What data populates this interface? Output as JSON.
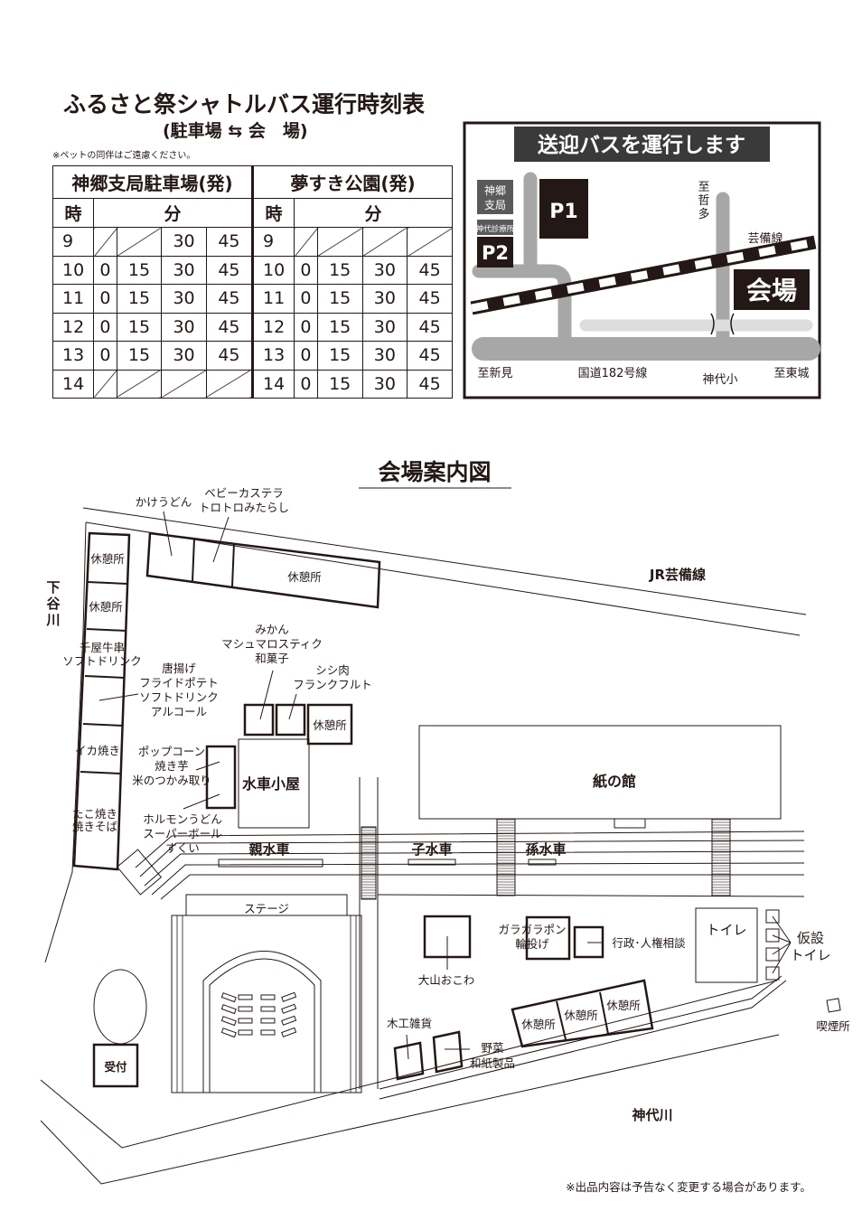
{
  "title": "ふるさと祭シャトルバス運行時刻表",
  "subtitle": "(駐車場 ⇆ 会　場)",
  "pet_note": "※ペットの同伴はご遠慮ください。",
  "timetable": {
    "hour_label": "時",
    "minute_label": "分",
    "tables": [
      {
        "station": "神郷支局駐車場(発)",
        "rows": [
          [
            "9",
            "",
            "",
            "30",
            "45"
          ],
          [
            "10",
            "0",
            "15",
            "30",
            "45"
          ],
          [
            "11",
            "0",
            "15",
            "30",
            "45"
          ],
          [
            "12",
            "0",
            "15",
            "30",
            "45"
          ],
          [
            "13",
            "0",
            "15",
            "30",
            "45"
          ],
          [
            "14",
            "",
            "",
            "",
            ""
          ]
        ]
      },
      {
        "station": "夢すき公園(発)",
        "rows": [
          [
            "9",
            "",
            "",
            "",
            ""
          ],
          [
            "10",
            "0",
            "15",
            "30",
            "45"
          ],
          [
            "11",
            "0",
            "15",
            "30",
            "45"
          ],
          [
            "12",
            "0",
            "15",
            "30",
            "45"
          ],
          [
            "13",
            "0",
            "15",
            "30",
            "45"
          ],
          [
            "14",
            "0",
            "15",
            "30",
            "45"
          ]
        ]
      }
    ]
  },
  "bus_map": {
    "banner": "送迎バスを運行します",
    "p1": "P1",
    "p2": "P2",
    "branch_line1": "神郷",
    "branch_line2": "支局",
    "clinic": "神代診療所",
    "venue": "会場",
    "to_tetta": [
      "至",
      "哲",
      "多"
    ],
    "geibi_line": "芸備線",
    "to_niimi": "至新見",
    "route182": "国道182号線",
    "kojiro_school": "神代小",
    "to_tojo": "至東城"
  },
  "venue_map": {
    "title": "会場案内図",
    "jr_line": "JR芸備線",
    "shimotani_river": [
      "下",
      "谷",
      "川"
    ],
    "kojiro_river": "神代川",
    "kake_udon": "かけうどん",
    "baby_castella": [
      "ベビーカステラ",
      "トロトロみたらし"
    ],
    "rest_area": "休憩所",
    "chiya_beef": [
      "千屋牛串",
      "ソフトドリンク"
    ],
    "karaage": [
      "唐揚げ",
      "フライドポテト",
      "ソフトドリンク",
      "アルコール"
    ],
    "ika": "イカ焼き",
    "tako": [
      "たこ焼き",
      "焼きそば"
    ],
    "mikan": [
      "みかん",
      "マシュマロスティク",
      "和菓子"
    ],
    "shishi": [
      "シシ肉",
      "フランクフルト"
    ],
    "popcorn": [
      "ポップコーン",
      "焼き芋",
      "米のつかみ取り"
    ],
    "horumon": [
      "ホルモンうどん",
      "スーパーボール",
      "すくい"
    ],
    "watermill_hut": "水車小屋",
    "paper_hall": "紙の館",
    "parent_wheel": "親水車",
    "child_wheel": "子水車",
    "grandchild_wheel": "孫水車",
    "stage": "ステージ",
    "reception": "受付",
    "okowa": "大山おこわ",
    "garapon": [
      "ガラガラポン",
      "輪投げ"
    ],
    "consult": "行政･人権相談",
    "toilet": "トイレ",
    "temp_toilet": [
      "仮設",
      "トイレ"
    ],
    "smoking": "喫煙所",
    "woodcraft": "木工雑貨",
    "vegetables": [
      "野菜",
      "和紙製品"
    ]
  },
  "footer_note": "※出品内容は予告なく変更する場合があります。"
}
